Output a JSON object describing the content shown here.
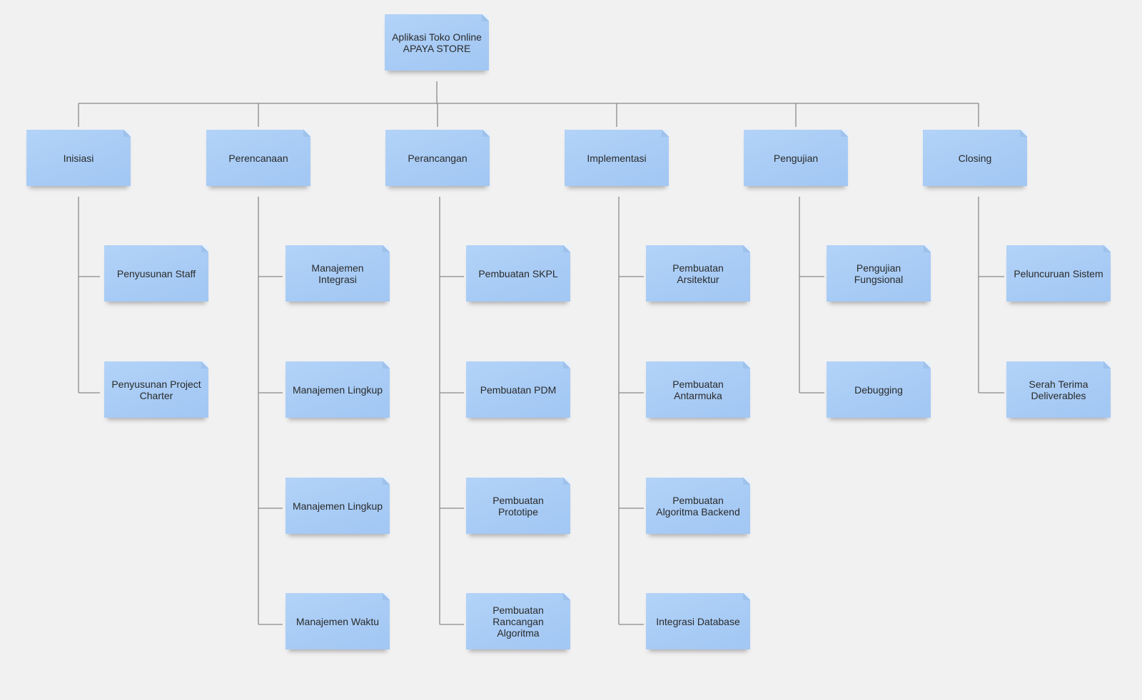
{
  "root": {
    "label": "Aplikasi Toko Online\nAPAYA STORE"
  },
  "phases": [
    {
      "label": "Inisiasi",
      "tasks": [
        "Penyusunan Staff",
        "Penyusunan Project\nCharter"
      ]
    },
    {
      "label": "Perencanaan",
      "tasks": [
        "Manajemen Integrasi",
        "Manajemen Lingkup",
        "Manajemen Lingkup",
        "Manajemen Waktu"
      ]
    },
    {
      "label": "Perancangan",
      "tasks": [
        "Pembuatan SKPL",
        "Pembuatan PDM",
        "Pembuatan Prototipe",
        "Pembuatan\nRancangan\nAlgoritma"
      ]
    },
    {
      "label": "Implementasi",
      "tasks": [
        "Pembuatan\nArsitektur",
        "Pembuatan\nAntarmuka",
        "Pembuatan\nAlgoritma Backend",
        "Integrasi Database"
      ]
    },
    {
      "label": "Pengujian",
      "tasks": [
        "Pengujian\nFungsional",
        "Debugging"
      ]
    },
    {
      "label": "Closing",
      "tasks": [
        "Peluncuruan Sistem",
        "Serah Terima\nDeliverables"
      ]
    }
  ],
  "colors": {
    "note": "#a7cbf5",
    "connector": "#8a8a8a",
    "background": "#f1f1f1"
  }
}
